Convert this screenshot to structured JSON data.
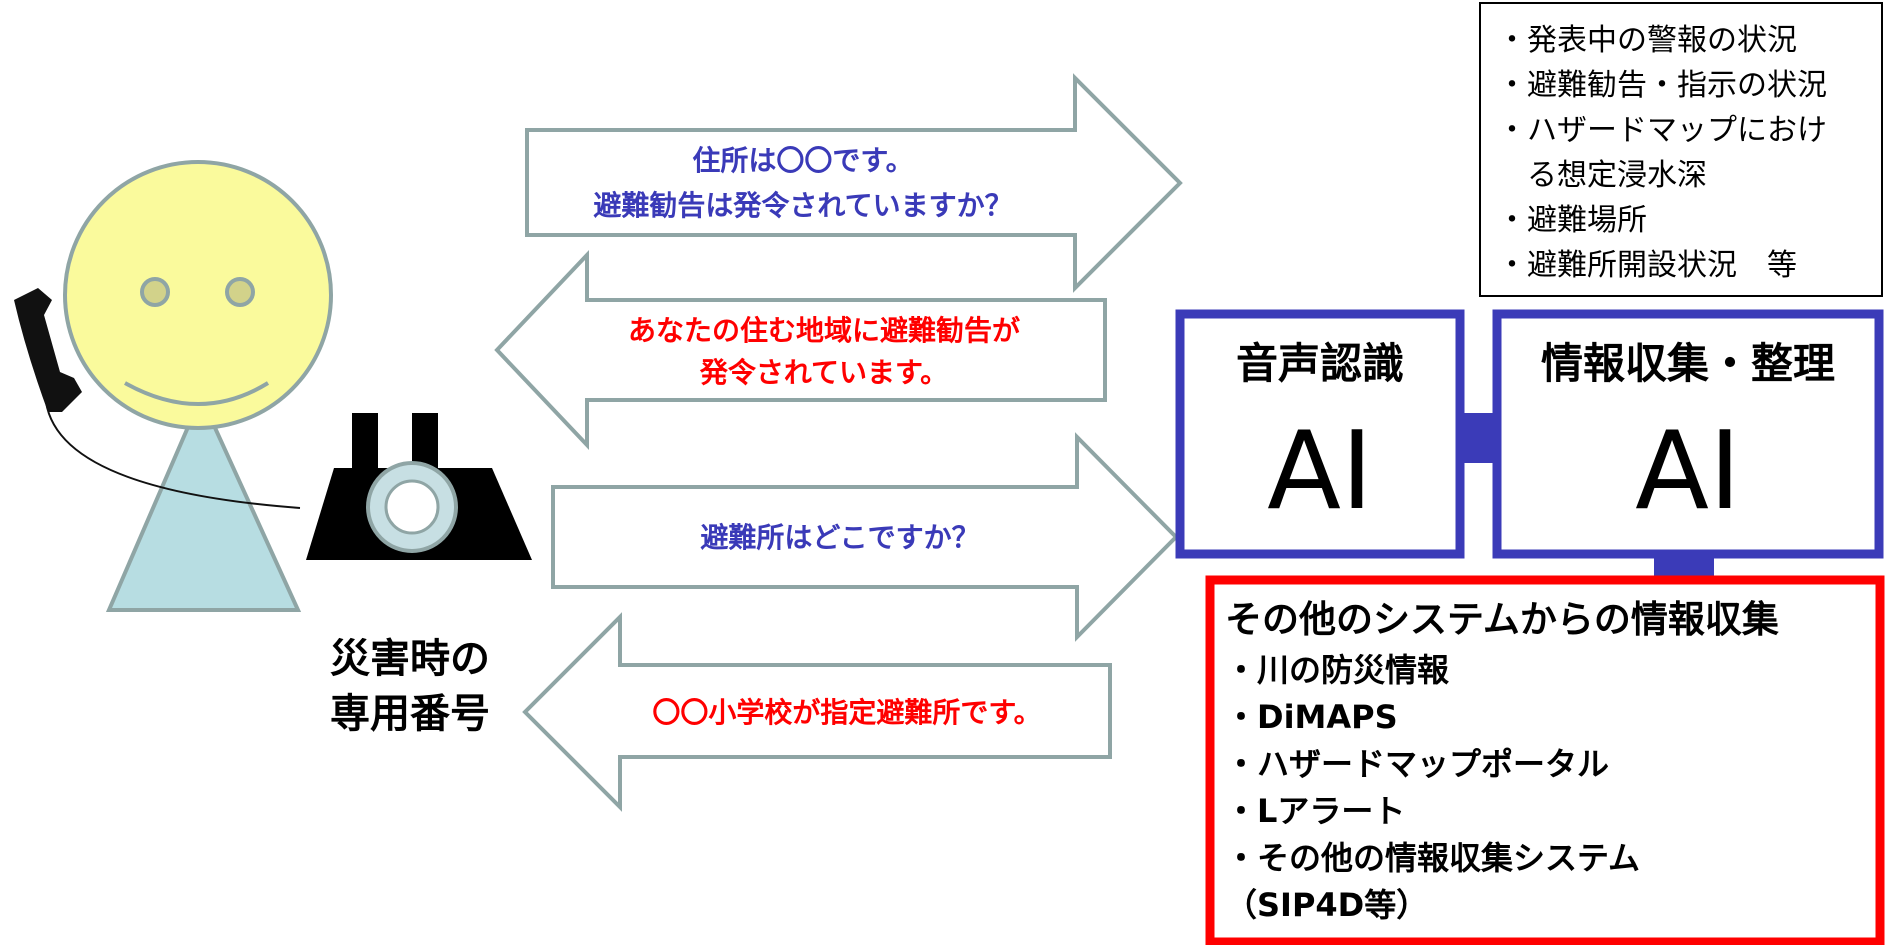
{
  "caller": {
    "label_line1": "災害時の",
    "label_line2": "専用番号"
  },
  "messages": [
    {
      "direction": "right",
      "color": "#3a3ab8",
      "lines": [
        "住所は〇〇です。",
        "避難勧告は発令されていますか？"
      ]
    },
    {
      "direction": "left",
      "color": "#ff0000",
      "lines": [
        "あなたの住む地域に避難勧告が",
        "発令されています。"
      ]
    },
    {
      "direction": "right",
      "color": "#3a3ab8",
      "lines": [
        "避難所はどこですか？"
      ]
    },
    {
      "direction": "left",
      "color": "#ff0000",
      "lines": [
        "〇〇小学校が指定避難所です。"
      ]
    }
  ],
  "info_box": {
    "items": [
      "・発表中の警報の状況",
      "・避難勧告・指示の状況",
      "・ハザードマップにおけ",
      "　る想定浸水深",
      "・避難場所",
      "・避難所開設状況　等"
    ]
  },
  "speech_ai": {
    "title": "音声認識",
    "label": "AI"
  },
  "info_ai": {
    "title": "情報収集・整理",
    "label": "AI"
  },
  "other_systems": {
    "heading": "その他のシステムからの情報収集",
    "items": [
      "・川の防災情報",
      "・DiMAPS",
      "・ハザードマップポータル",
      "・Lアラート",
      "・その他の情報収集システム",
      "（SIP4D等）"
    ]
  },
  "colors": {
    "blue_text": "#3a3ab8",
    "red_text": "#ff0000",
    "ai_border": "#3b3bb8",
    "other_border": "#ff0000",
    "arrow_stroke": "#8fa5a5",
    "face_fill": "#fafa9c",
    "body_fill": "#b7dde2"
  }
}
